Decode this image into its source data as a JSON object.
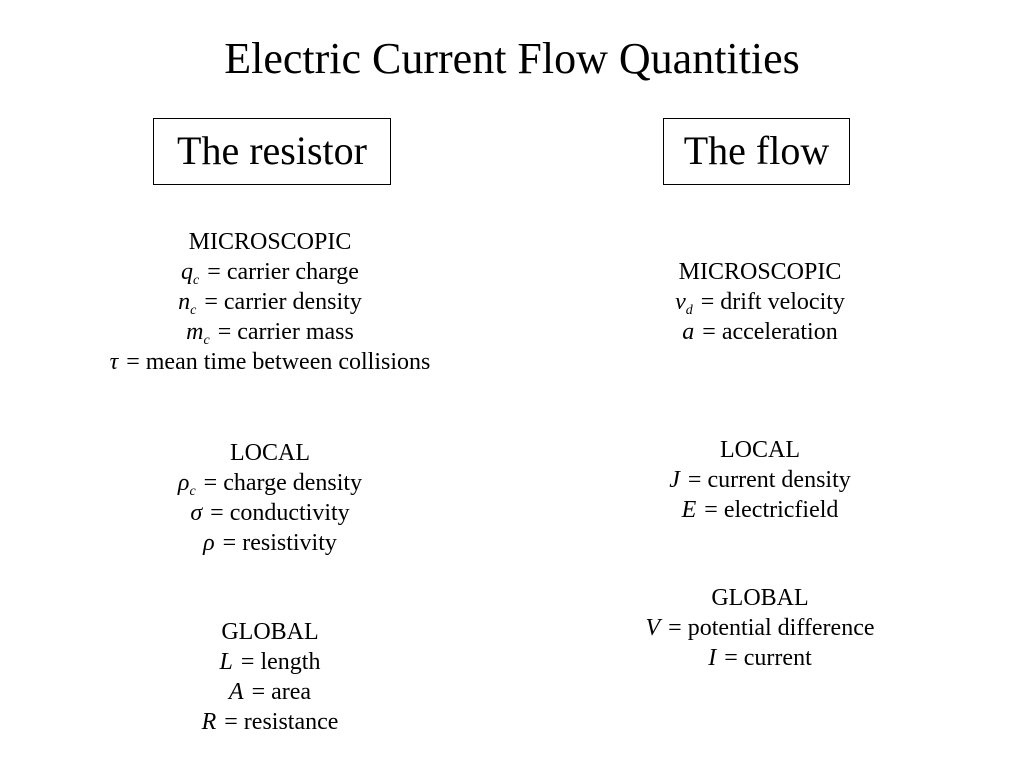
{
  "title": "Electric Current Flow Quantities",
  "columns": {
    "left": {
      "label": "The resistor",
      "groups": {
        "microscopic": {
          "heading": "MICROSCOPIC",
          "items": [
            {
              "symbol": "q",
              "sub": "c",
              "definition": "carrier charge"
            },
            {
              "symbol": "n",
              "sub": "c",
              "definition": "carrier density"
            },
            {
              "symbol": "m",
              "sub": "c",
              "definition": "carrier mass"
            },
            {
              "symbol": "τ",
              "sub": "",
              "definition": "mean time between collisions"
            }
          ]
        },
        "local": {
          "heading": "LOCAL",
          "items": [
            {
              "symbol": "ρ",
              "sub": "c",
              "definition": "charge density"
            },
            {
              "symbol": "σ",
              "sub": "",
              "definition": "conductivity"
            },
            {
              "symbol": "ρ",
              "sub": "",
              "definition": "resistivity"
            }
          ]
        },
        "global": {
          "heading": "GLOBAL",
          "items": [
            {
              "symbol": "L",
              "sub": "",
              "definition": "length"
            },
            {
              "symbol": "A",
              "sub": "",
              "definition": "area"
            },
            {
              "symbol": "R",
              "sub": "",
              "definition": "resistance"
            }
          ]
        }
      }
    },
    "right": {
      "label": "The flow",
      "groups": {
        "microscopic": {
          "heading": "MICROSCOPIC",
          "items": [
            {
              "symbol": "v",
              "sub": "d",
              "definition": "drift velocity"
            },
            {
              "symbol": "a",
              "sub": "",
              "definition": "acceleration"
            }
          ]
        },
        "local": {
          "heading": "LOCAL",
          "items": [
            {
              "symbol": "J",
              "sub": "",
              "definition": "current density"
            },
            {
              "symbol": "E",
              "sub": "",
              "definition": "electricfield"
            }
          ]
        },
        "global": {
          "heading": "GLOBAL",
          "items": [
            {
              "symbol": "V",
              "sub": "",
              "definition": "potential difference"
            },
            {
              "symbol": "I",
              "sub": "",
              "definition": "current"
            }
          ]
        }
      }
    }
  },
  "equals_sign": "="
}
